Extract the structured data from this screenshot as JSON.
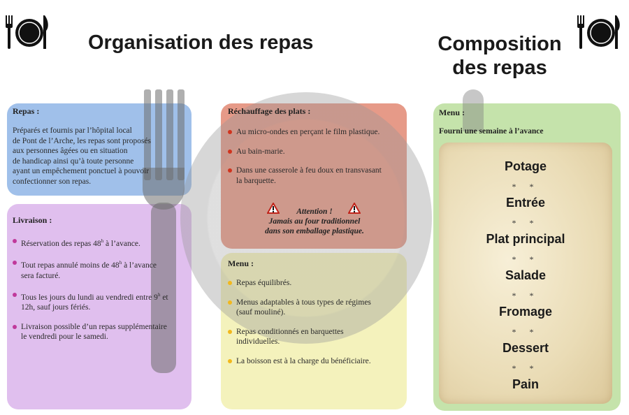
{
  "header": {
    "left_title": "Organisation des repas",
    "right_title_line1": "Composition",
    "right_title_line2": "des repas"
  },
  "repas": {
    "title": "Repas :",
    "lines": [
      "Préparés et fournis par l’hôpital local",
      "de Pont de l’Arche, les repas sont proposés",
      "aux personnes âgées ou en situation",
      "de handicap ainsi qu’à toute personne",
      "ayant un empêchement ponctuel à pouvoir",
      "confectionner son repas."
    ]
  },
  "livraison": {
    "title": "Livraison :",
    "items": [
      {
        "l1": "Réservation des repas 48",
        "sup": "h",
        "l1b": " à l’avance.",
        "l2": ""
      },
      {
        "l1": "Tout repas annulé moins de 48",
        "sup": "h",
        "l1b": " à l’avance",
        "l2": "sera facturé."
      },
      {
        "l1": "Tous les jours du lundi au vendredi entre 9",
        "sup": "h",
        "l1b": " et",
        "l2": "12h, sauf jours fériés."
      },
      {
        "l1": "Livraison possible d’un repas supplémentaire",
        "sup": "",
        "l1b": "",
        "l2": "le vendredi pour le samedi."
      }
    ]
  },
  "rechauffage": {
    "title": "Réchauffage des plats :",
    "items": [
      {
        "l1": "Au micro-ondes en perçant le film plastique.",
        "l2": ""
      },
      {
        "l1": "Au bain-marie.",
        "l2": ""
      },
      {
        "l1": "Dans une casserole à feu doux en transvasant",
        "l2": "la barquette."
      }
    ],
    "attention_title": "Attention !",
    "attention_line1": "Jamais au four traditionnel",
    "attention_line2": "dans son emballage plastique."
  },
  "menu_mid": {
    "title": "Menu :",
    "items": [
      {
        "l1": "Repas équilibrés.",
        "l2": ""
      },
      {
        "l1": "Menus adaptables à tous types de régimes",
        "l2": "(sauf mouliné)."
      },
      {
        "l1": "Repas conditionnés en barquettes",
        "l2": "individuelles."
      },
      {
        "l1": "La boisson est à la charge du bénéficiaire.",
        "l2": ""
      }
    ]
  },
  "menu_right": {
    "title": "Menu :",
    "subtitle": "Fourni une semaine à l’avance",
    "courses": [
      "Potage",
      "Entrée",
      "Plat principal",
      "Salade",
      "Fromage",
      "Dessert",
      "Pain"
    ],
    "separator": "* *"
  },
  "colors": {
    "repas": "#78a5e1",
    "livraison": "#d6aae8",
    "rechauffage": "#de7860",
    "menu": "#f0eca0",
    "composition": "#b6dc96",
    "bullet_pink": "#c0399b",
    "bullet_red": "#d0341e",
    "bullet_yellow": "#f2b81c"
  }
}
